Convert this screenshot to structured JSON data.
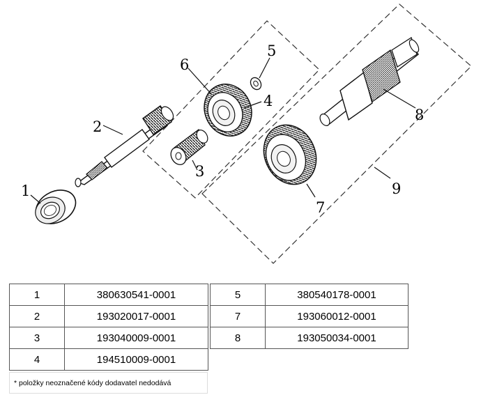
{
  "callouts": {
    "c1": "1",
    "c2": "2",
    "c3": "3",
    "c4": "4",
    "c5": "5",
    "c6": "6",
    "c7": "7",
    "c8": "8",
    "c9": "9"
  },
  "parts_left": [
    {
      "num": "1",
      "code": "380630541-0001"
    },
    {
      "num": "2",
      "code": "193020017-0001"
    },
    {
      "num": "3",
      "code": "193040009-0001"
    },
    {
      "num": "4",
      "code": "194510009-0001"
    }
  ],
  "parts_right": [
    {
      "num": "5",
      "code": "380540178-0001"
    },
    {
      "num": "7",
      "code": "193060012-0001"
    },
    {
      "num": "8",
      "code": "193050034-0001"
    }
  ],
  "footnote": "* položky neoznačené kódy dodavatel nedodává"
}
